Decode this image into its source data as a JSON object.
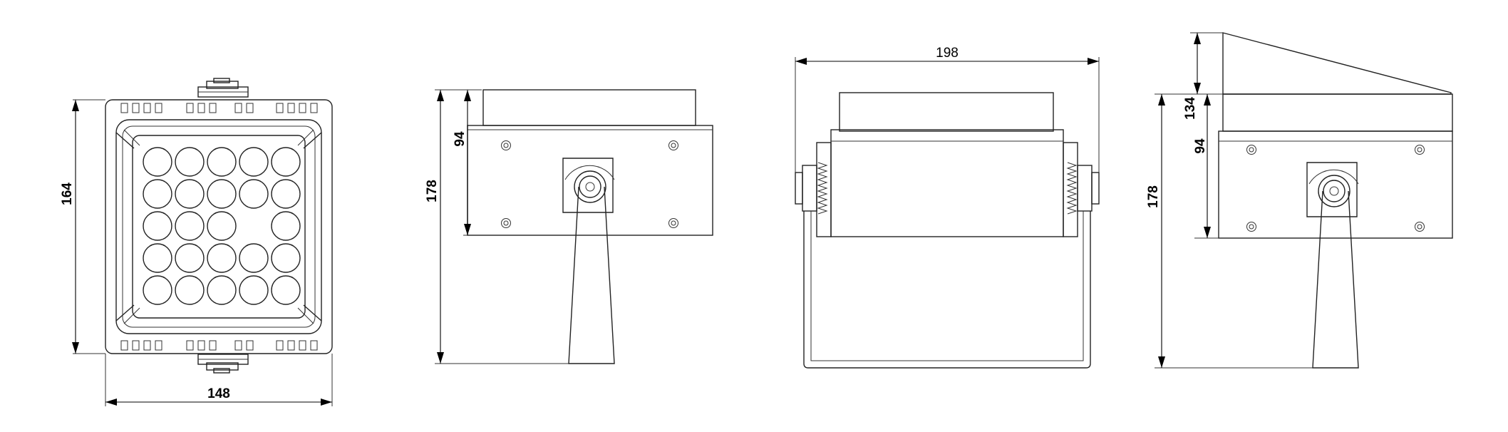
{
  "views": [
    {
      "name": "front-view",
      "dimensions": {
        "height": "164",
        "width": "148"
      }
    },
    {
      "name": "side-view-left",
      "dimensions": {
        "housing_height": "94",
        "total_height": "178"
      }
    },
    {
      "name": "top-view",
      "dimensions": {
        "width": "198"
      }
    },
    {
      "name": "side-view-right",
      "dimensions": {
        "visor_height": "134",
        "housing_height": "94",
        "total_height": "178"
      }
    }
  ],
  "led_grid": {
    "rows": 5,
    "cols": 5,
    "empty_cells": [
      [
        2,
        3
      ]
    ]
  },
  "colors": {
    "line": "#222222",
    "background": "#ffffff"
  }
}
